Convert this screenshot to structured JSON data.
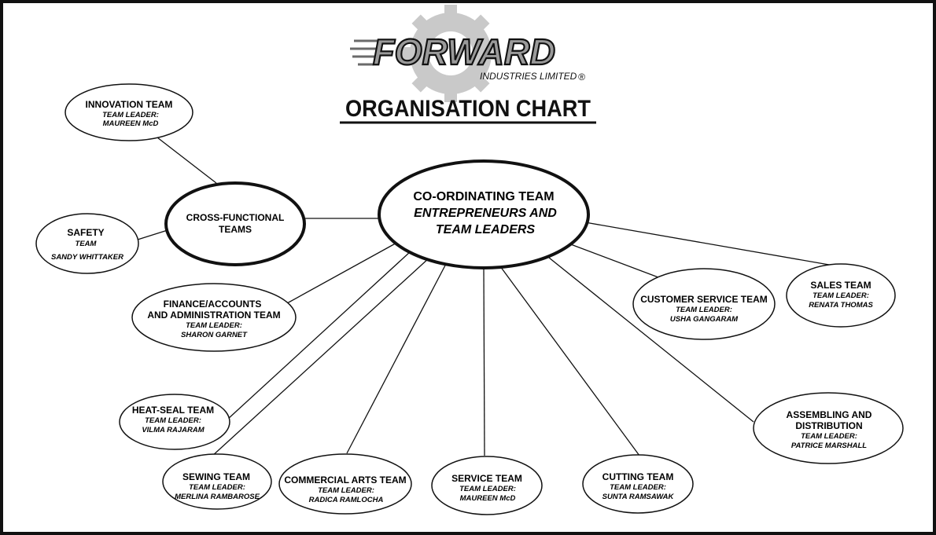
{
  "logo": {
    "word": "FORWARD",
    "company": "INDUSTRIES LIMITED",
    "registered_mark": "®"
  },
  "title": "ORGANISATION CHART",
  "center": {
    "name": "CO-ORDINATING TEAM",
    "line2": "ENTREPRENEURS AND",
    "line3": "TEAM LEADERS"
  },
  "cross_functional": {
    "line1": "CROSS-FUNCTIONAL",
    "line2": "TEAMS"
  },
  "innovation": {
    "name": "INNOVATION TEAM",
    "role": "TEAM LEADER:",
    "leader": "MAUREEN McD"
  },
  "safety": {
    "name": "SAFETY",
    "role": "TEAM",
    "leader": "SANDY WHITTAKER"
  },
  "finance": {
    "name1": "FINANCE/ACCOUNTS",
    "name2": "AND ADMINISTRATION TEAM",
    "role": "TEAM LEADER:",
    "leader": "SHARON GARNET"
  },
  "heatseal": {
    "name": "HEAT-SEAL TEAM",
    "role": "TEAM LEADER:",
    "leader": "VILMA RAJARAM"
  },
  "sewing": {
    "name": "SEWING TEAM",
    "role": "TEAM LEADER:",
    "leader": "MERLINA RAMBAROSE"
  },
  "commercial": {
    "name": "COMMERCIAL ARTS TEAM",
    "role": "TEAM LEADER:",
    "leader": "RADICA RAMLOCHA"
  },
  "service": {
    "name": "SERVICE TEAM",
    "role": "TEAM LEADER:",
    "leader": "MAUREEN McD"
  },
  "cutting": {
    "name": "CUTTING TEAM",
    "role": "TEAM LEADER:",
    "leader": "SUNTA RAMSAWAK"
  },
  "assembling": {
    "name1": "ASSEMBLING AND",
    "name2": "DISTRIBUTION",
    "role": "TEAM LEADER:",
    "leader": "PATRICE MARSHALL"
  },
  "customer": {
    "name": "CUSTOMER SERVICE TEAM",
    "role": "TEAM LEADER:",
    "leader": "USHA GANGARAM"
  },
  "sales": {
    "name": "SALES TEAM",
    "role": "TEAM LEADER:",
    "leader": "RENATA THOMAS"
  }
}
